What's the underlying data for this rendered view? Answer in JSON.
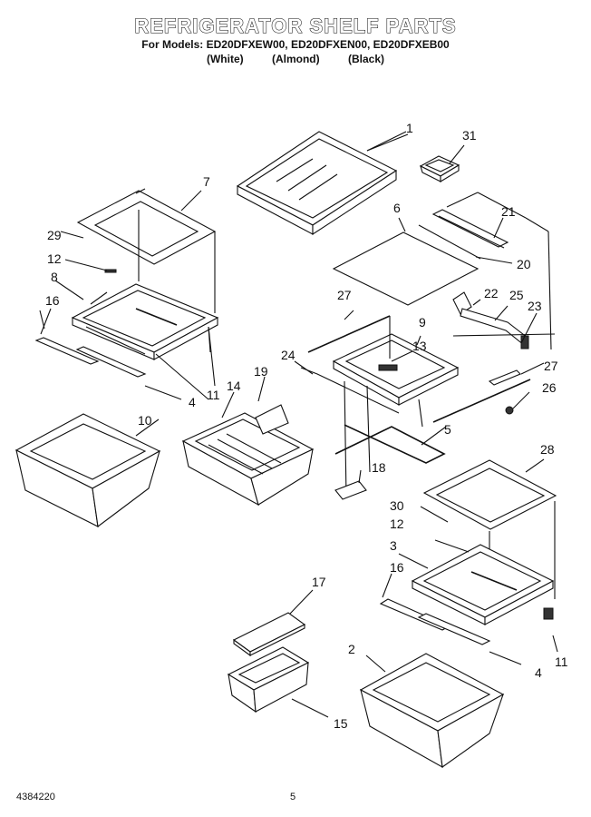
{
  "header": {
    "title": "REFRIGERATOR SHELF PARTS",
    "models": "For Models: ED20DFXEW00, ED20DFXEN00, ED20DFXEB00",
    "colors": [
      "(White)",
      "(Almond)",
      "(Black)"
    ]
  },
  "footer": {
    "doc_number": "4384220",
    "page_number": "5"
  },
  "callouts": [
    "1",
    "31",
    "7",
    "6",
    "21",
    "29",
    "12",
    "20",
    "8",
    "27",
    "22",
    "25",
    "16",
    "23",
    "9",
    "24",
    "13",
    "19",
    "14",
    "27",
    "26",
    "4",
    "11",
    "10",
    "5",
    "28",
    "18",
    "30",
    "12",
    "3",
    "16",
    "11",
    "4",
    "17",
    "2",
    "15"
  ]
}
